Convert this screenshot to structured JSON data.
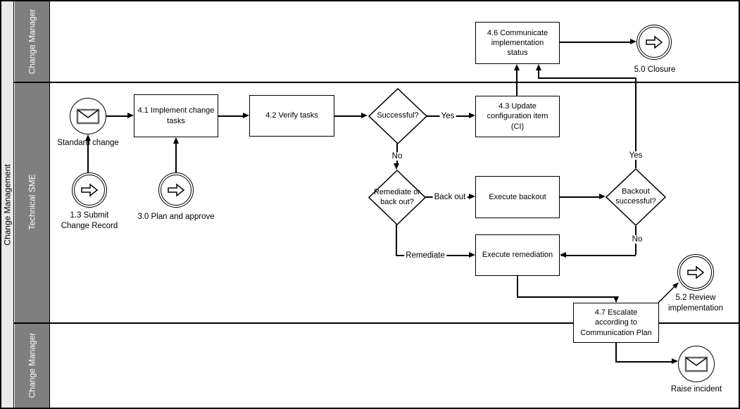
{
  "pool": {
    "label": "Change Management"
  },
  "lanes": [
    {
      "label": "Change Manager"
    },
    {
      "label": "Technical SME"
    },
    {
      "label": "Change Manager"
    }
  ],
  "nodes": {
    "standard_change": {
      "label": "Standard change",
      "type": "message-start-event",
      "icon": "envelope-icon"
    },
    "submit_record": {
      "label": "1.3 Submit\nChange Record",
      "type": "link-event",
      "icon": "link-arrow-icon"
    },
    "plan_approve": {
      "label": "3.0 Plan and approve",
      "type": "link-event",
      "icon": "link-arrow-icon"
    },
    "implement": {
      "label": "4.1 Implement change\ntasks",
      "type": "task"
    },
    "verify": {
      "label": "4.2 Verify tasks",
      "type": "task"
    },
    "gw_successful": {
      "label": "Successful?",
      "type": "gateway"
    },
    "update_ci": {
      "label": "4.3 Update\nconfiguration item\n(CI)",
      "type": "task"
    },
    "communicate": {
      "label": "4.6 Communicate\nimplementation\nstatus",
      "type": "task"
    },
    "closure": {
      "label": "5.0 Closure",
      "type": "link-event",
      "icon": "link-arrow-icon"
    },
    "gw_remediate": {
      "label": "Remediate or\nback out?",
      "type": "gateway"
    },
    "backout": {
      "label": "Execute backout",
      "type": "task"
    },
    "gw_backout": {
      "label": "Backout\nsuccessful?",
      "type": "gateway"
    },
    "remediation": {
      "label": "Execute remediation",
      "type": "task"
    },
    "escalate": {
      "label": "4.7 Escalate\naccording to\nCommunication Plan",
      "type": "task"
    },
    "review": {
      "label": "5.2 Review\nimplementation",
      "type": "link-event",
      "icon": "link-arrow-icon"
    },
    "raise_incident": {
      "label": "Raise incident",
      "type": "message-event",
      "icon": "envelope-icon"
    }
  },
  "flows": {
    "successful_yes": "Yes",
    "successful_no": "No",
    "back_out": "Back out",
    "remediate": "Remediate",
    "backout_yes": "Yes",
    "backout_no": "No"
  },
  "colors": {
    "lane_header_bg": "#7f7f7f",
    "pool_header_bg": "#e9e9e9",
    "lane_header_text": "#ffffff",
    "stroke": "#000000",
    "node_fill": "#ffffff"
  }
}
